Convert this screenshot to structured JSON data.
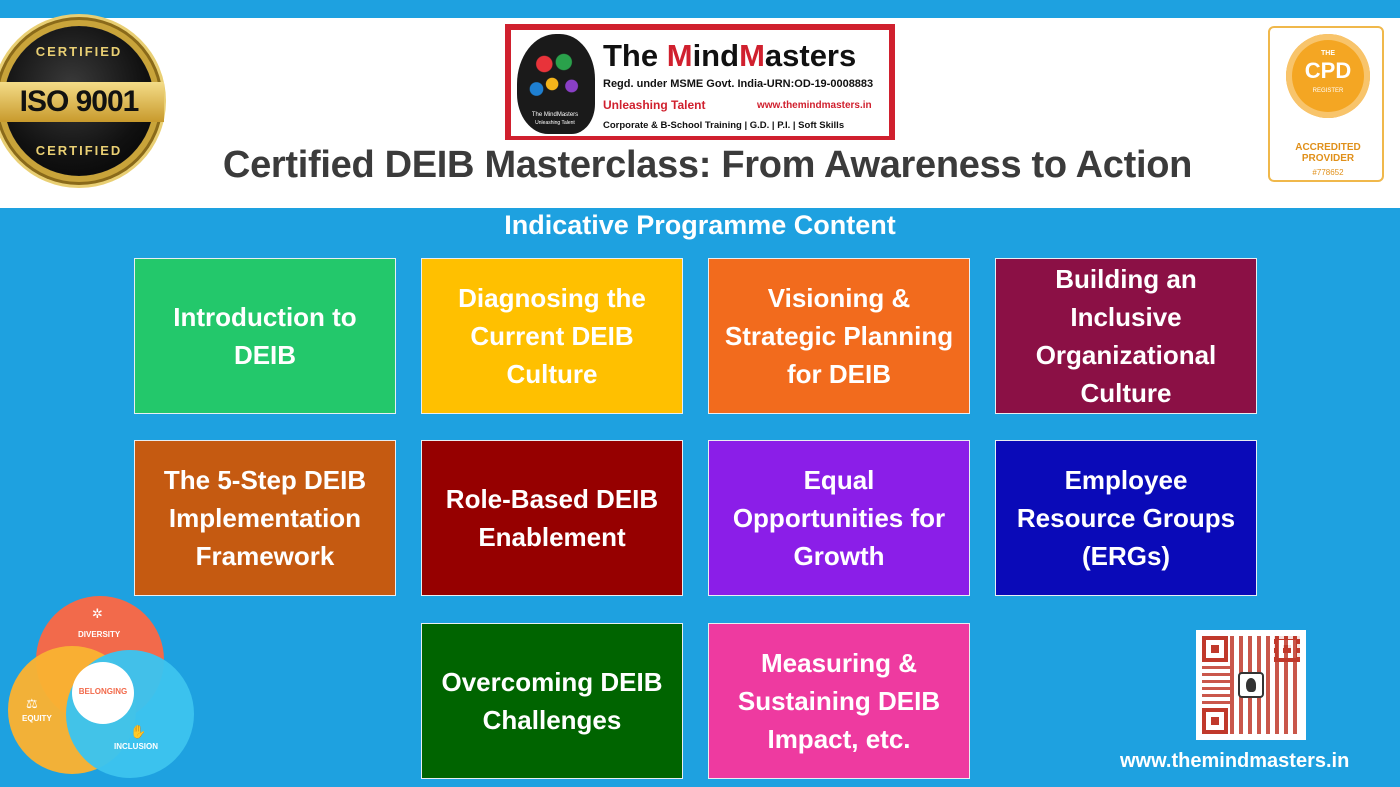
{
  "header": {
    "iso_badge": {
      "top": "CERTIFIED",
      "main": "ISO 9001",
      "bottom": "CERTIFIED"
    },
    "logo": {
      "brand_prefix": "The ",
      "brand_m1": "M",
      "brand_mid": "ind",
      "brand_m2": "M",
      "brand_suffix": "asters",
      "head_caption": "The MindMasters",
      "head_tagline": "Unleashing Talent",
      "regd": "Regd. under MSME Govt. India-URN:OD-19-0008883",
      "tagline": "Unleashing Talent",
      "website": "www.themindmasters.in",
      "services": "Corporate & B-School Training | G.D. | P.I. | Soft Skills"
    },
    "cpd_badge": {
      "the": "THE",
      "cpd": "CPD",
      "register": "REGISTER",
      "accredited": "ACCREDITED PROVIDER",
      "number": "#778652"
    }
  },
  "title": "Certified DEIB Masterclass: From Awareness to Action",
  "subtitle": "Indicative Programme Content",
  "modules": [
    {
      "label": "Introduction to DEIB",
      "color": "#23c86b"
    },
    {
      "label": "Diagnosing the Current DEIB Culture",
      "color": "#ffc000"
    },
    {
      "label": "Visioning & Strategic Planning for DEIB",
      "color": "#f26b1d"
    },
    {
      "label": "Building an Inclusive Organizational Culture",
      "color": "#8b1045"
    },
    {
      "label": "The 5-Step DEIB Implementation Framework",
      "color": "#c55a11"
    },
    {
      "label": "Role-Based DEIB Enablement",
      "color": "#960000"
    },
    {
      "label": "Equal Opportunities for Growth",
      "color": "#8b1ee8"
    },
    {
      "label": "Employee Resource Groups (ERGs)",
      "color": "#0a0ab8"
    },
    {
      "label": "Overcoming DEIB Challenges",
      "color": "#006400"
    },
    {
      "label": "Measuring & Sustaining DEIB Impact, etc.",
      "color": "#ee3aa0"
    }
  ],
  "venn": {
    "diversity": "DIVERSITY",
    "equity": "EQUITY",
    "inclusion": "INCLUSION",
    "belonging": "BELONGING"
  },
  "footer": {
    "website": "www.themindmasters.in"
  }
}
